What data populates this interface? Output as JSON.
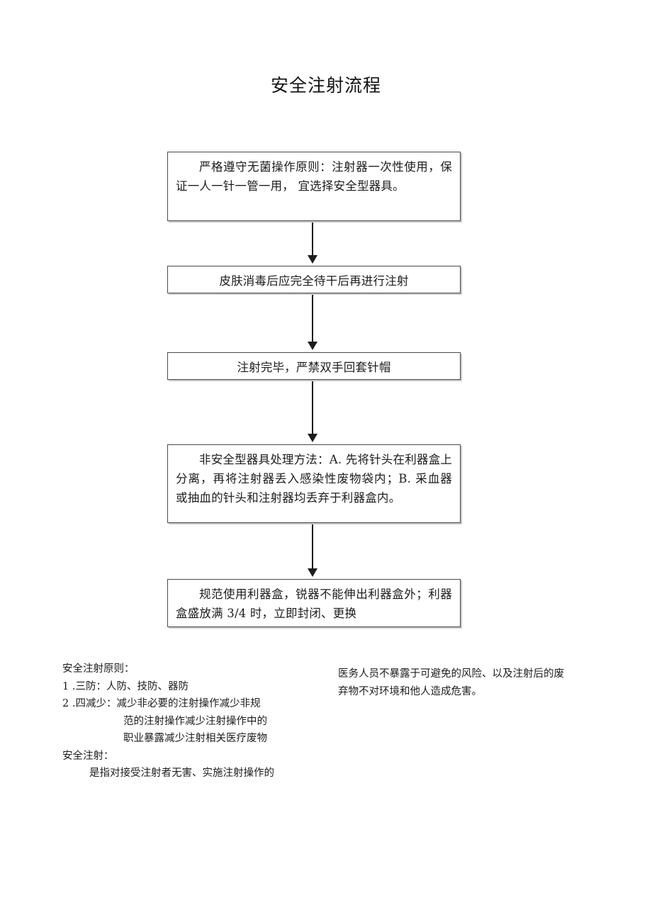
{
  "document": {
    "title": "安全注射流程"
  },
  "flowchart": {
    "orientation": "vertical-top-to-bottom",
    "arrow_count": 4,
    "steps": [
      {
        "id": "step-1",
        "text": "严格遵守无菌操作原则：注射器一次性使用，保证一人一针一管一用， 宜选择安全型器具。",
        "align": "justify-indent"
      },
      {
        "id": "step-2",
        "text": "皮肤消毒后应完全待干后再进行注射",
        "align": "center"
      },
      {
        "id": "step-3",
        "text": "注射完毕，严禁双手回套针帽",
        "align": "center"
      },
      {
        "id": "step-4",
        "text": "非安全型器具处理方法：A. 先将针头在利器盒上分离，再将注射器丢入感染性废物袋内；B. 采血器或抽血的针头和注射器均丢弃于利器盒内。",
        "align": "justify-indent"
      },
      {
        "id": "step-5",
        "text": "规范使用利器盒，锐器不能伸出利器盒外；利器盒盛放满 3/4 时，立即封闭、更换",
        "align": "justify-indent"
      }
    ]
  },
  "notes": {
    "left": {
      "heading_principles": "安全注射原则：",
      "item_1": "1 .三防：人防、技防、器防",
      "item_2": "2 .四减少：减少非必要的注射操作减少非规",
      "item_2_cont_1": "范的注射操作减少注射操作中的",
      "item_2_cont_2": "职业暴露减少注射相关医疗废物",
      "heading_definition": "安全注射：",
      "definition_line": "是指对接受注射者无害、实施注射操作的"
    },
    "right": {
      "definition_continuation": "医务人员不暴露于可避免的风险、以及注射后的废弃物不对环境和他人造成危害。"
    }
  },
  "colors": {
    "text": "#1c1c1c",
    "box_border": "#4a4a4a",
    "box_shadow": "#c9c9c9",
    "box_fill": "#ffffff",
    "arrow": "#1c1c1c",
    "page_background": "#ffffff"
  }
}
